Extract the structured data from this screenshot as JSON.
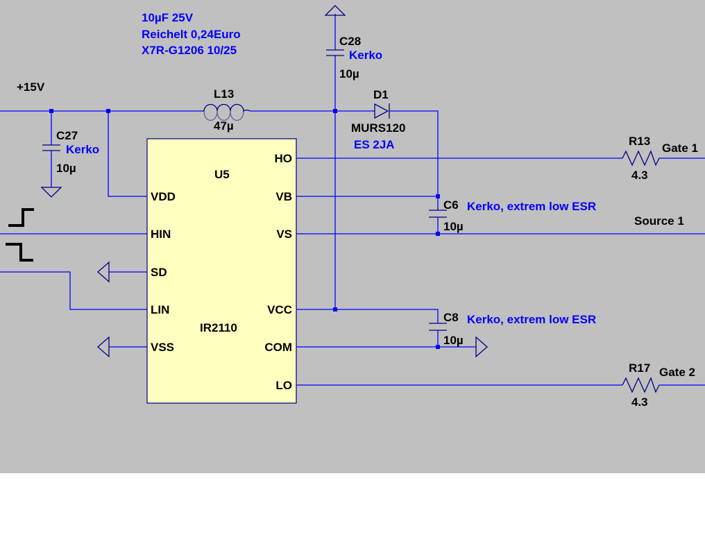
{
  "notes": {
    "line1": "10µF 25V",
    "line2": "Reichelt 0,24Euro",
    "line3": "X7R-G1206 10/25"
  },
  "net_labels": {
    "supply": "+15V",
    "gate1": "Gate 1",
    "source1": "Source 1",
    "gate2": "Gate 2"
  },
  "ic": {
    "ref": "U5",
    "part": "IR2110",
    "pins": {
      "vdd": "VDD",
      "hin": "HIN",
      "sd": "SD",
      "lin": "LIN",
      "vss": "VSS",
      "ho": "HO",
      "vb": "VB",
      "vs": "VS",
      "vcc": "VCC",
      "com": "COM",
      "lo": "LO"
    }
  },
  "components": {
    "c27": {
      "ref": "C27",
      "note": "Kerko",
      "value": "10µ"
    },
    "c28": {
      "ref": "C28",
      "note": "Kerko",
      "value": "10µ"
    },
    "l13": {
      "ref": "L13",
      "value": "47µ"
    },
    "d1": {
      "ref": "D1",
      "value": "MURS120",
      "note": "ES 2JA"
    },
    "c6": {
      "ref": "C6",
      "note": "Kerko, extrem low ESR",
      "value": "10µ"
    },
    "c8": {
      "ref": "C8",
      "note": "Kerko, extrem low ESR",
      "value": "10µ"
    },
    "r13": {
      "ref": "R13",
      "value": "4.3"
    },
    "r17": {
      "ref": "R17",
      "value": "4.3"
    }
  },
  "colors": {
    "background": "#c0c0c0",
    "wire": "#0000ff",
    "component": "#000080",
    "ic_fill": "#ffffc0",
    "comment_text": "#0000ff",
    "label_text": "#000000"
  },
  "icons": {
    "ground": "ground-triangle-icon",
    "pulse": "pulse-waveform-icon"
  }
}
